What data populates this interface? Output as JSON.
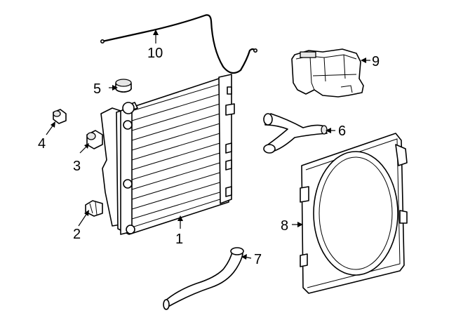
{
  "callouts": [
    {
      "id": "radiator",
      "number": "1"
    },
    {
      "id": "bracket-clip",
      "number": "2"
    },
    {
      "id": "lower-insulator",
      "number": "3"
    },
    {
      "id": "upper-insulator",
      "number": "4"
    },
    {
      "id": "radiator-cap",
      "number": "5"
    },
    {
      "id": "upper-hose",
      "number": "6"
    },
    {
      "id": "lower-hose",
      "number": "7"
    },
    {
      "id": "fan-shroud",
      "number": "8"
    },
    {
      "id": "reservoir",
      "number": "9"
    },
    {
      "id": "overflow-tube",
      "number": "10"
    }
  ],
  "colors": {
    "line": "#000000",
    "fill": "#ffffff",
    "shade": "#e6e6e6"
  }
}
